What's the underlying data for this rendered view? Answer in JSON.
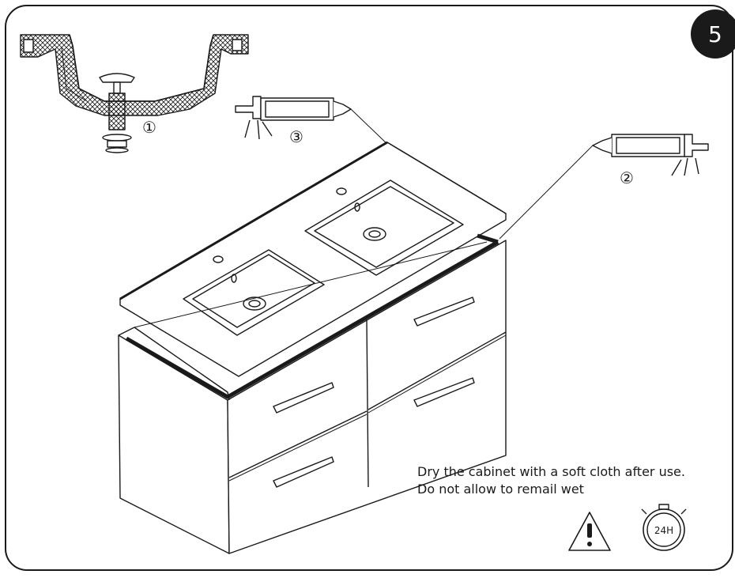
{
  "step": {
    "number": "5"
  },
  "callouts": {
    "drain": "①",
    "sealant_right": "②",
    "sealant_left": "③"
  },
  "note": {
    "line1": "Dry the cabinet with a soft cloth after use.",
    "line2": "Do not allow to remail wet"
  },
  "icons": {
    "warning": "warning-triangle-icon",
    "timer": "stopwatch-24h-icon",
    "timer_label": "24H"
  },
  "colors": {
    "line": "#1a1a1a",
    "badge": "#1a1a1a",
    "background": "#ffffff"
  }
}
